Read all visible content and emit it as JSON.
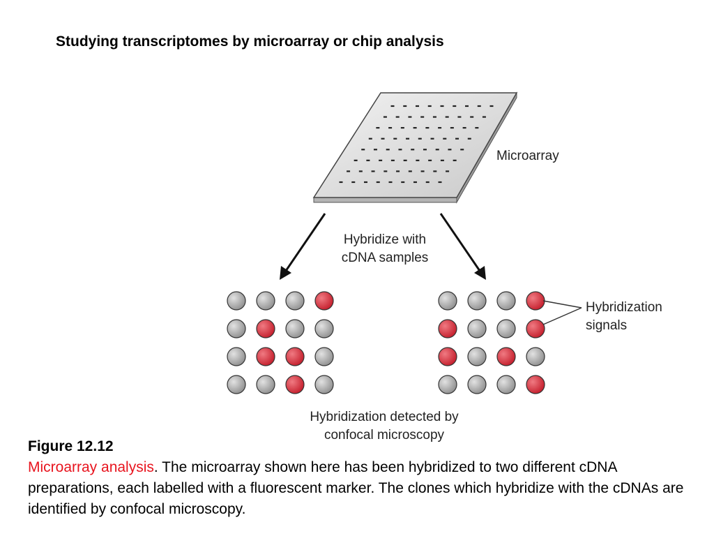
{
  "title": "Studying transcriptomes by microarray or chip analysis",
  "diagram": {
    "microarray_label": "Microarray",
    "hybridize_label_line1": "Hybridize with",
    "hybridize_label_line2": "cDNA samples",
    "signals_label_line1": "Hybridization",
    "signals_label_line2": "signals",
    "detected_label_line1": "Hybridization detected by",
    "detected_label_line2": "confocal microscopy",
    "colors": {
      "signal": "#d9303c",
      "no_signal": "#a9a9a9",
      "slide_top": "#dedede",
      "slide_edge": "#b8b8b8"
    },
    "grid_left": [
      [
        0,
        0,
        0,
        1
      ],
      [
        0,
        1,
        0,
        0
      ],
      [
        0,
        1,
        1,
        0
      ],
      [
        0,
        0,
        1,
        0
      ]
    ],
    "grid_right": [
      [
        0,
        0,
        0,
        1
      ],
      [
        1,
        0,
        0,
        1
      ],
      [
        1,
        0,
        1,
        0
      ],
      [
        0,
        0,
        0,
        1
      ]
    ]
  },
  "caption": {
    "figure_number": "Figure 12.12",
    "lead": "Microarray analysis",
    "body": ". The microarray shown here has been hybridized to two different cDNA preparations, each labelled with a fluorescent marker. The clones which hybridize with the cDNAs are identified by confocal microscopy."
  }
}
